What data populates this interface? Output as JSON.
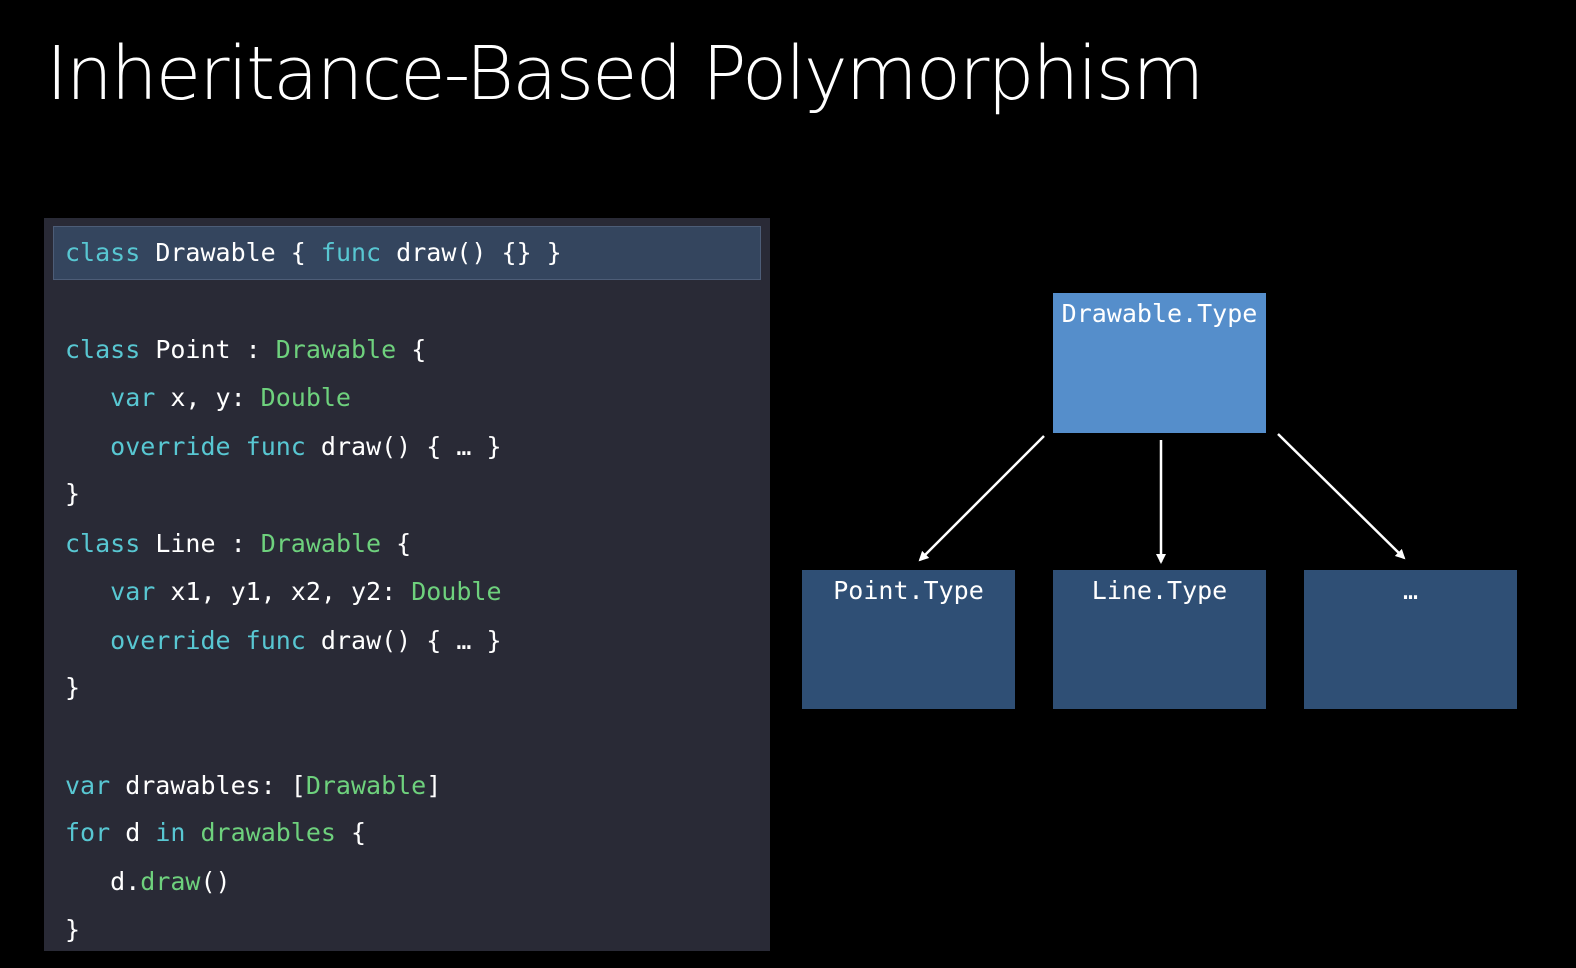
{
  "slide": {
    "title": "Inheritance-Based Polymorphism"
  },
  "code": {
    "lines": [
      [
        {
          "t": "class",
          "k": "kw"
        },
        {
          "t": " Drawable { ",
          "k": "plain"
        },
        {
          "t": "func",
          "k": "kw"
        },
        {
          "t": " draw() {} }",
          "k": "plain"
        }
      ],
      [
        {
          "t": "class",
          "k": "kw"
        },
        {
          "t": " Point : ",
          "k": "plain"
        },
        {
          "t": "Drawable",
          "k": "type"
        },
        {
          "t": " {",
          "k": "plain"
        }
      ],
      [
        {
          "t": "   ",
          "k": "plain"
        },
        {
          "t": "var",
          "k": "kw"
        },
        {
          "t": " x, y: ",
          "k": "plain"
        },
        {
          "t": "Double",
          "k": "type"
        }
      ],
      [
        {
          "t": "   ",
          "k": "plain"
        },
        {
          "t": "override",
          "k": "kw"
        },
        {
          "t": " ",
          "k": "plain"
        },
        {
          "t": "func",
          "k": "kw"
        },
        {
          "t": " draw() { … }",
          "k": "plain"
        }
      ],
      [
        {
          "t": "}",
          "k": "plain"
        }
      ],
      [
        {
          "t": "class",
          "k": "kw"
        },
        {
          "t": " Line : ",
          "k": "plain"
        },
        {
          "t": "Drawable",
          "k": "type"
        },
        {
          "t": " {",
          "k": "plain"
        }
      ],
      [
        {
          "t": "   ",
          "k": "plain"
        },
        {
          "t": "var",
          "k": "kw"
        },
        {
          "t": " x1, y1, x2, y2: ",
          "k": "plain"
        },
        {
          "t": "Double",
          "k": "type"
        }
      ],
      [
        {
          "t": "   ",
          "k": "plain"
        },
        {
          "t": "override",
          "k": "kw"
        },
        {
          "t": " ",
          "k": "plain"
        },
        {
          "t": "func",
          "k": "kw"
        },
        {
          "t": " draw() { … }",
          "k": "plain"
        }
      ],
      [
        {
          "t": "}",
          "k": "plain"
        }
      ],
      [
        {
          "t": "var",
          "k": "kw"
        },
        {
          "t": " drawables: [",
          "k": "plain"
        },
        {
          "t": "Drawable",
          "k": "type"
        },
        {
          "t": "]",
          "k": "plain"
        }
      ],
      [
        {
          "t": "for",
          "k": "kw"
        },
        {
          "t": " d ",
          "k": "plain"
        },
        {
          "t": "in",
          "k": "kw"
        },
        {
          "t": " ",
          "k": "plain"
        },
        {
          "t": "drawables",
          "k": "type"
        },
        {
          "t": " {",
          "k": "plain"
        }
      ],
      [
        {
          "t": "   d.",
          "k": "plain"
        },
        {
          "t": "draw",
          "k": "call"
        },
        {
          "t": "()",
          "k": "plain"
        }
      ],
      [
        {
          "t": "}",
          "k": "plain"
        }
      ]
    ]
  },
  "diagram": {
    "root": {
      "label": "Drawable.Type"
    },
    "children": [
      {
        "label": "Point.Type"
      },
      {
        "label": "Line.Type"
      },
      {
        "label": "…"
      }
    ]
  },
  "colors": {
    "background": "#000000",
    "code_panel": "#292a36",
    "code_highlight": "#34455e",
    "keyword": "#58c7d2",
    "type_name": "#6ed17d",
    "root_box": "#558ecb",
    "child_box": "#2f4f75",
    "arrow": "#ffffff"
  }
}
